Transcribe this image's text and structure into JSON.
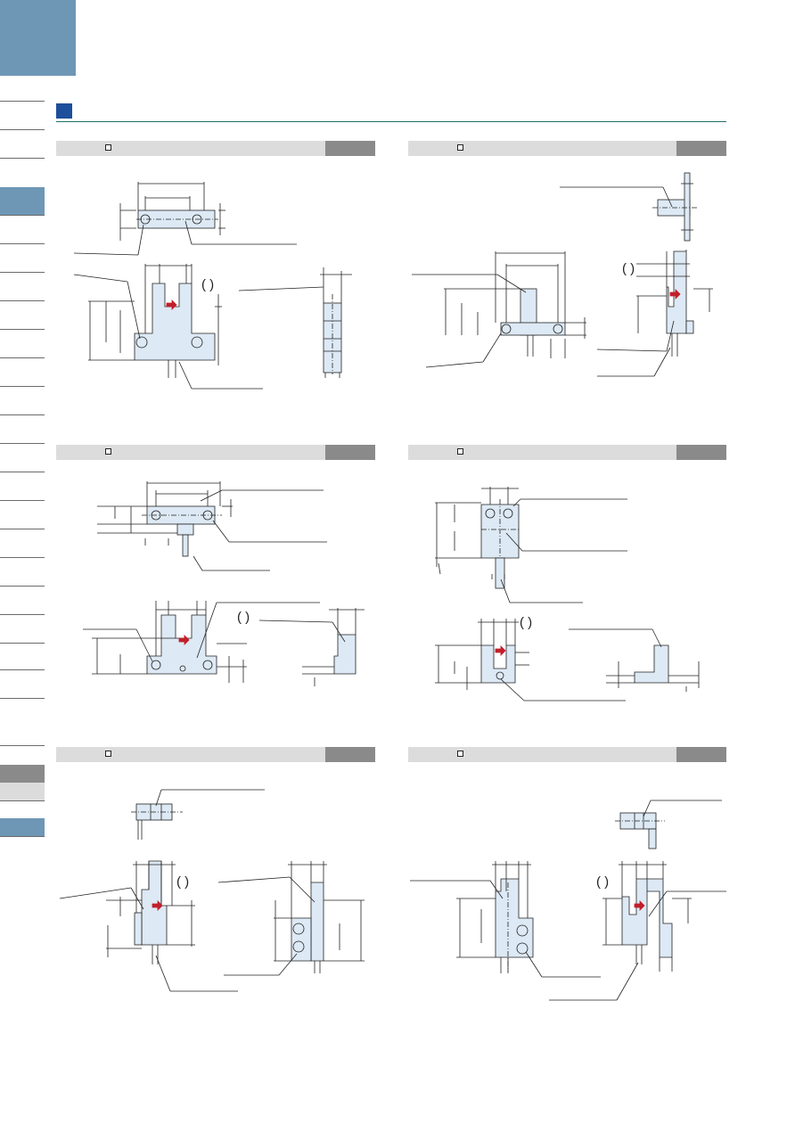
{
  "colors": {
    "corner_block": "#6e97b5",
    "sidebar_active": "#6e97b5",
    "sidebar_dark": "#8a8a8a",
    "sidebar_light": "#dcdcdc",
    "section_marker": "#1d4f9a",
    "section_rule": "#1d6f6a",
    "panel_header": "#dcdcdc",
    "panel_tag": "#8a8a8a",
    "part_fill": "#dde9f4",
    "line": "#222222",
    "arrow": "#c21f2a"
  },
  "icons": {
    "section_marker": "blue-square-icon",
    "panel_checkbox": "checkbox-icon",
    "direction_arrow": "red-arrow-icon"
  },
  "panels": [
    {
      "id": "panel-1",
      "position": "top-left"
    },
    {
      "id": "panel-2",
      "position": "top-right"
    },
    {
      "id": "panel-3",
      "position": "middle-left"
    },
    {
      "id": "panel-4",
      "position": "middle-right"
    },
    {
      "id": "panel-5",
      "position": "bottom-left"
    },
    {
      "id": "panel-6",
      "position": "bottom-right"
    }
  ],
  "text": {
    "paren_label": "(  )"
  }
}
